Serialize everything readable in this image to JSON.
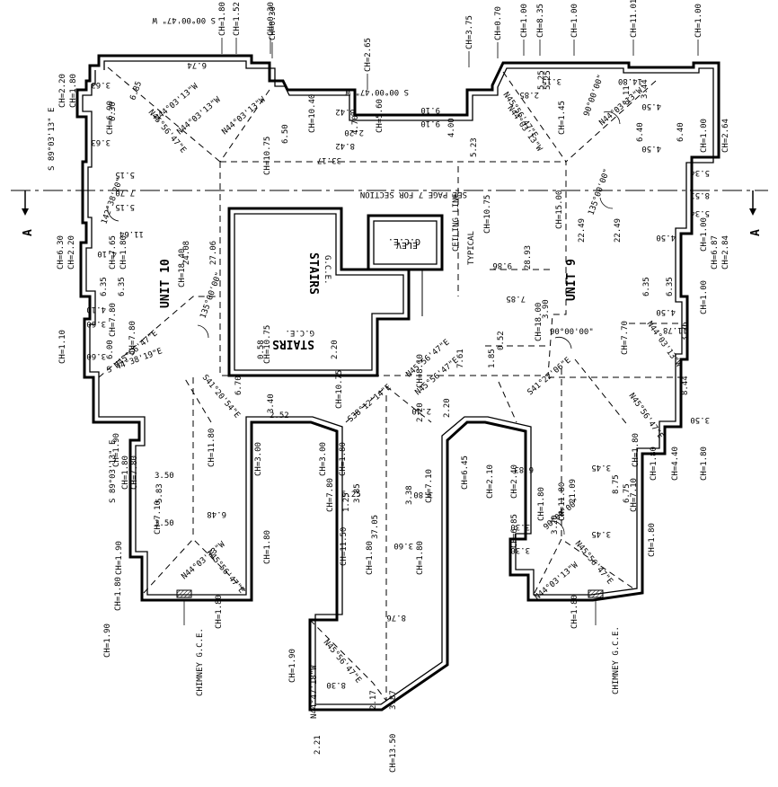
{
  "section_marker": {
    "letter": "A"
  },
  "section_note": "SEE PAGE 7 FOR SECTION",
  "units": {
    "unit_10": "UNIT 10",
    "unit_9": "UNIT 9"
  },
  "rooms": {
    "stairs_main": "STAIRS",
    "stairs_main_gce": "G.C.E.",
    "stairs_lower": "STAIRS",
    "stairs_lower_gce": "G.C.E.",
    "elev": "ELEV",
    "elev_gce": "G.C.E.",
    "ceiling_line": "CEILING LINE",
    "ceiling_line_2": "TYPICAL",
    "chimney_left": "CHIMNEY G.C.E.",
    "chimney_right": "CHIMNEY G.C.E."
  },
  "bearings": [
    "S 00°00'47\" W",
    "S 00°00'47\" W",
    "S 89°03'13\" E",
    "S 89°03'13\" E",
    "N44°03'13\"W",
    "N44°03'13\"W",
    "N44°03'13\"W",
    "N45°56'47\"E",
    "N45°56'47\"E",
    "N44°03'13\"W",
    "N45°56'47\"E",
    "S 44°38'19\"E",
    "S41°20'54\"E",
    "S38°12'14\"E",
    "S41°22'06\"E",
    "N45°56'47\"E",
    "N44°03'13\"W",
    "N45°56'47\"E",
    "N44°03'13\"W",
    "N45°56'47\"E",
    "N45°56'47\"E",
    "N44°03'13\"W",
    "N44°47'18\"W",
    "N45°56'47\"E",
    "N45°56'47\"E",
    "N44°03'13\"W"
  ],
  "angles": [
    "142°38'20\"",
    "135°00'00\"",
    "135°00'00\"",
    "90°00'00\"",
    "90°00'00\"",
    "90°00'00\""
  ],
  "ceiling_heights": {
    "top": [
      "CH=1.80",
      "CH=1.52",
      "CH=0.30",
      "CH=0.30",
      "CH=2.65",
      "CH=3.75",
      "CH=0.70",
      "CH=1.00",
      "CH=8.35",
      "CH=1.00",
      "CH=11.01",
      "CH=1.00"
    ],
    "left": [
      "CH=2.20",
      "CH=1.80",
      "CH=6.30",
      "CH=2.20",
      "CH=1.10",
      "CH=1.90",
      "CH=1.90",
      "CH=1.90"
    ],
    "right": [
      "CH=1.00",
      "CH=2.64",
      "CH=1.00",
      "CH=6.87",
      "CH=2.84",
      "CH=1.00",
      "CH=1.80",
      "CH=4.40",
      "CH=1.80"
    ],
    "interior": [
      "CH=6.90",
      "CH=7.65",
      "CH=1.80",
      "CH=7.80",
      "CH=18.40",
      "CH=10.40",
      "CH=5.60",
      "CH=10.75",
      "CH=10.75",
      "CH=15.00",
      "CH=7.80",
      "CH=1.80",
      "CH=7.80",
      "CH=10.75",
      "CH=10.75",
      "CH=18.00",
      "CH=7.70",
      "CH=8.10",
      "CH=7.80",
      "CH=7.10",
      "CH=11.80",
      "CH=3.00",
      "CH=3.00",
      "CH=1.80",
      "CH=1.80",
      "CH=11.50",
      "CH=1.80",
      "CH=7.10",
      "CH=1.80",
      "CH=6.45",
      "CH=2.10",
      "CH=2.40",
      "CH=6.85",
      "CH=1.80",
      "CH=11.80",
      "CH=7.10",
      "CH=1.80",
      "CH=1.45",
      "CH=1.80"
    ],
    "bottom": [
      "CH=1.80",
      "CH=1.80",
      "CH=1.90",
      "CH=13.50",
      "CH=1.80"
    ]
  },
  "dimensions": {
    "top": [
      "6.74",
      "6.85",
      "3.63",
      "6.30",
      "3.63",
      "8.42",
      "6.50",
      "8.42",
      "4.70",
      "2.20",
      "9.10",
      "9.10",
      "4.00",
      "5.23",
      "2.85",
      "5.25",
      "5.25",
      "3.15",
      "14.80",
      "3.44",
      "8.11",
      "6.40",
      "6.40",
      "4.50",
      "4.50"
    ],
    "middle": [
      "5.15",
      "7.70",
      "5.15",
      "11.64",
      "33.17",
      "24.08",
      "27.06",
      "4.10",
      "6.35",
      "6.35",
      "4.10",
      "3.60",
      "6.00",
      "3.60",
      "28.93",
      "22.49",
      "22.49",
      "9.86",
      "7.85",
      "5.34",
      "8.51",
      "5.34",
      "4.50",
      "6.35",
      "6.35",
      "4.50",
      "11.78",
      "3.26",
      "8.44",
      "3.50"
    ],
    "lower": [
      "6.70",
      "0.58",
      "3.40",
      "2.52",
      "2.20",
      "7.61",
      "1.85",
      "0.52",
      "3.90",
      "2.20",
      "2.40",
      "2.20",
      "3.50",
      "5.83",
      "3.50",
      "6.48",
      "5.25",
      "3.85",
      "1.25",
      "3.38",
      "3.60",
      "3.80",
      "37.05",
      "6.83",
      "21.09",
      "3.30",
      "3.20",
      "3.30",
      "3.45",
      "8.75",
      "6.75",
      "3.45",
      "8.76",
      "2.17",
      "3.87",
      "8.30",
      "2.21"
    ]
  }
}
